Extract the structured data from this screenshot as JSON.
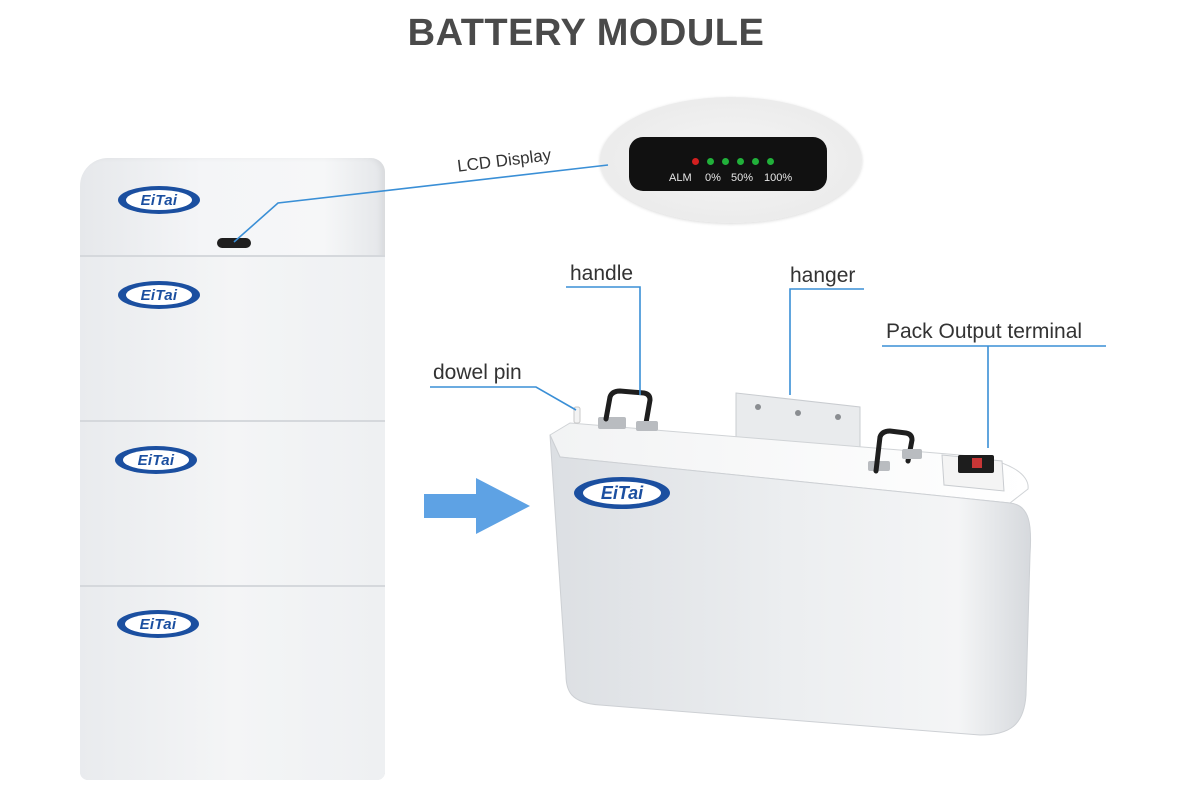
{
  "title": "BATTERY MODULE",
  "callouts": {
    "lcd_display": "LCD Display",
    "handle": "handle",
    "hanger": "hanger",
    "pack_output_terminal": "Pack Output terminal",
    "dowel_pin": "dowel pin"
  },
  "lcd": {
    "leds": [
      {
        "color": "#d21f1f"
      },
      {
        "color": "#21b03a"
      },
      {
        "color": "#21b03a"
      },
      {
        "color": "#21b03a"
      },
      {
        "color": "#21b03a"
      },
      {
        "color": "#21b03a"
      }
    ],
    "labels": {
      "alm": "ALM",
      "p0": "0%",
      "p50": "50%",
      "p100": "100%"
    }
  },
  "brand": {
    "logo_text": "EiTai",
    "color": "#1b4fa0"
  },
  "colors": {
    "callout_line": "#3a8fd6",
    "arrow": "#5ea2e4"
  }
}
